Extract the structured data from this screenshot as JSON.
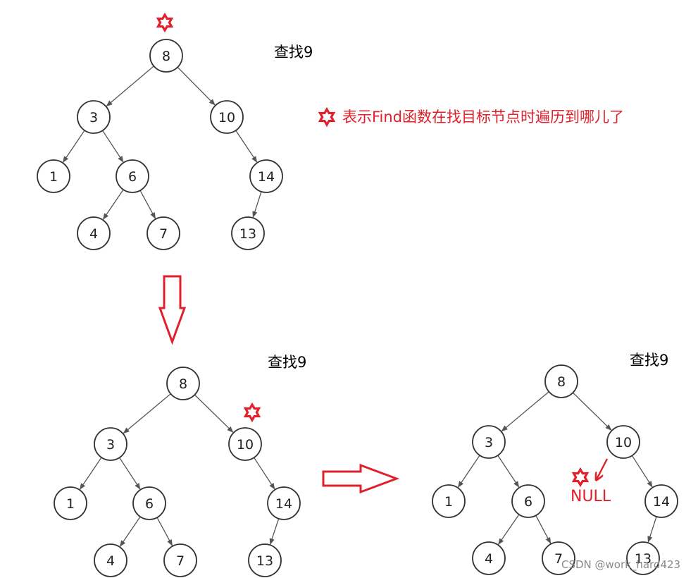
{
  "colors": {
    "accent": "#e0202a",
    "node_stroke": "#333333",
    "edge": "#555555",
    "watermark": "#8a8a8a"
  },
  "icons": {
    "marker": "six-pointed-star-icon"
  },
  "trees": [
    {
      "caption": "查找9",
      "nodes": [
        {
          "id": "n8",
          "label": "8"
        },
        {
          "id": "n3",
          "label": "3"
        },
        {
          "id": "n10",
          "label": "10"
        },
        {
          "id": "n1",
          "label": "1"
        },
        {
          "id": "n6",
          "label": "6"
        },
        {
          "id": "n14",
          "label": "14"
        },
        {
          "id": "n4",
          "label": "4"
        },
        {
          "id": "n7",
          "label": "7"
        },
        {
          "id": "n13",
          "label": "13"
        }
      ],
      "marker_at": "n8"
    },
    {
      "caption": "查找9",
      "nodes": [
        {
          "id": "n8",
          "label": "8"
        },
        {
          "id": "n3",
          "label": "3"
        },
        {
          "id": "n10",
          "label": "10"
        },
        {
          "id": "n1",
          "label": "1"
        },
        {
          "id": "n6",
          "label": "6"
        },
        {
          "id": "n14",
          "label": "14"
        },
        {
          "id": "n4",
          "label": "4"
        },
        {
          "id": "n7",
          "label": "7"
        },
        {
          "id": "n13",
          "label": "13"
        }
      ],
      "marker_at": "n10"
    },
    {
      "caption": "查找9",
      "nodes": [
        {
          "id": "n8",
          "label": "8"
        },
        {
          "id": "n3",
          "label": "3"
        },
        {
          "id": "n10",
          "label": "10"
        },
        {
          "id": "n1",
          "label": "1"
        },
        {
          "id": "n6",
          "label": "6"
        },
        {
          "id": "n14",
          "label": "14"
        },
        {
          "id": "n4",
          "label": "4"
        },
        {
          "id": "n7",
          "label": "7"
        },
        {
          "id": "n13",
          "label": "13"
        }
      ],
      "marker_at": "NULL",
      "null_label": "NULL"
    }
  ],
  "legend": {
    "text": "表示Find函数在找目标节点时遍历到哪儿了"
  },
  "watermark": "CSDN @work_hard423"
}
